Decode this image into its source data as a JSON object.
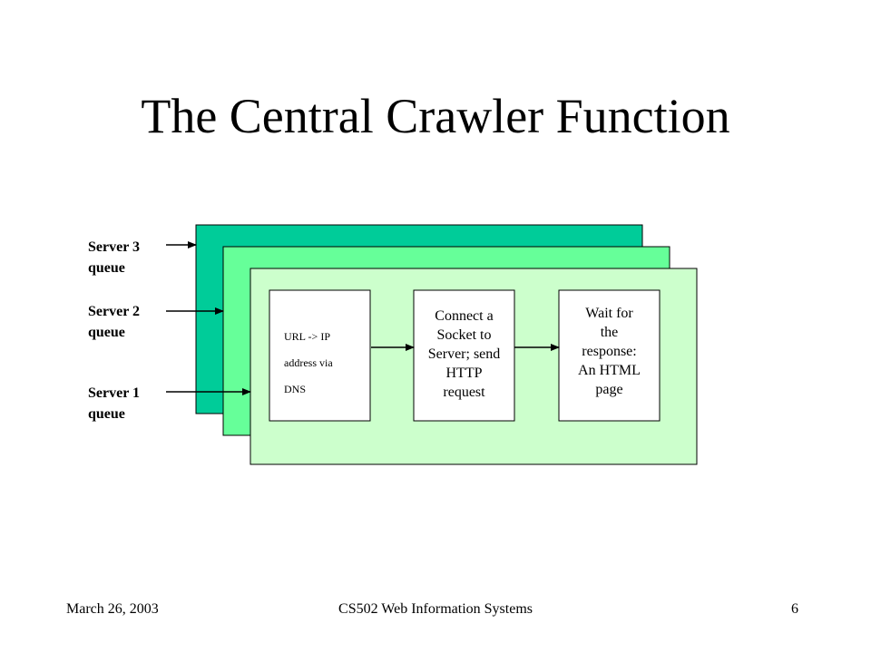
{
  "slide": {
    "title": "The Central Crawler Function",
    "footer": {
      "date": "March 26, 2003",
      "course": "CS502 Web Information Systems",
      "page_number": "6"
    }
  },
  "diagram": {
    "queues": [
      {
        "label": "Server 3\nqueue"
      },
      {
        "label": "Server 2\nqueue"
      },
      {
        "label": "Server 1\nqueue"
      }
    ],
    "panels": [
      {
        "fill": "#00CC99"
      },
      {
        "fill": "#66FF99"
      },
      {
        "fill": "#CCFFCC"
      }
    ],
    "steps": [
      {
        "text": "URL -> IP\naddress via\n DNS"
      },
      {
        "text": "Connect a\nSocket to\nServer; send\nHTTP\nrequest"
      },
      {
        "text": "Wait for\nthe\nresponse:\nAn HTML\npage"
      }
    ]
  }
}
